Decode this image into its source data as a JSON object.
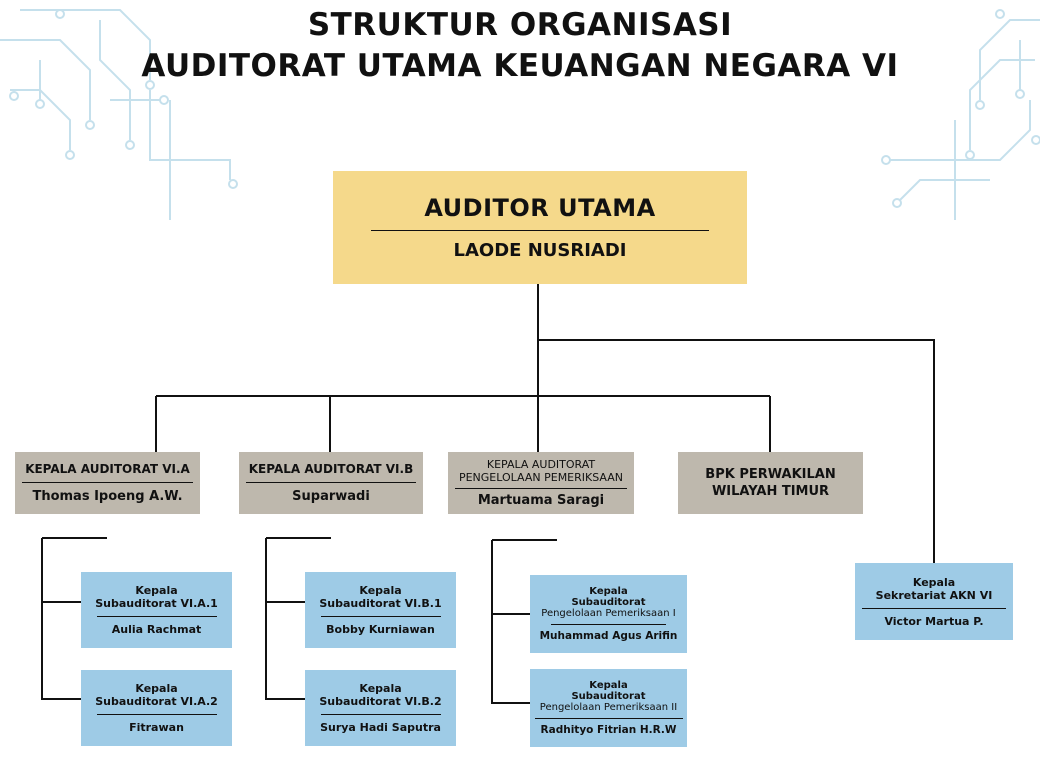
{
  "title": {
    "line1": "STRUKTUR ORGANISASI",
    "line2": "AUDITORAT UTAMA KEUANGAN NEGARA VI"
  },
  "head": {
    "role": "AUDITOR UTAMA",
    "name": "LAODE NUSRIADI"
  },
  "units": [
    {
      "role": "KEPALA AUDITORAT VI.A",
      "name": "Thomas Ipoeng A.W."
    },
    {
      "role": "KEPALA AUDITORAT VI.B",
      "name": "Suparwadi"
    },
    {
      "role_line1": "KEPALA AUDITORAT",
      "role_line2": "PENGELOLAAN PEMERIKSAAN",
      "name": "Martuama Saragi"
    },
    {
      "line1": "BPK PERWAKILAN",
      "line2": "WILAYAH TIMUR"
    }
  ],
  "subunits": [
    {
      "l1": "Kepala",
      "l2": "Subauditorat VI.A.1",
      "name": "Aulia Rachmat"
    },
    {
      "l1": "Kepala",
      "l2": "Subauditorat VI.A.2",
      "name": "Fitrawan"
    },
    {
      "l1": "Kepala",
      "l2": "Subauditorat VI.B.1",
      "name": "Bobby Kurniawan"
    },
    {
      "l1": "Kepala",
      "l2": "Subauditorat VI.B.2",
      "name": "Surya Hadi Saputra"
    },
    {
      "l1": "Kepala",
      "l2": "Subauditorat",
      "l3": "Pengelolaan Pemeriksaan I",
      "name": "Muhammad Agus Arifin"
    },
    {
      "l1": "Kepala",
      "l2": "Subauditorat",
      "l3": "Pengelolaan Pemeriksaan II",
      "name": "Radhityo Fitrian H.R.W"
    }
  ],
  "secretariat": {
    "l1": "Kepala",
    "l2": "Sekretariat AKN VI",
    "name": "Victor Martua P."
  },
  "colors": {
    "head": "#f5d98b",
    "unit": "#beb8ad",
    "subunit": "#9ecbe6",
    "decoration": "#c5e0ec"
  }
}
